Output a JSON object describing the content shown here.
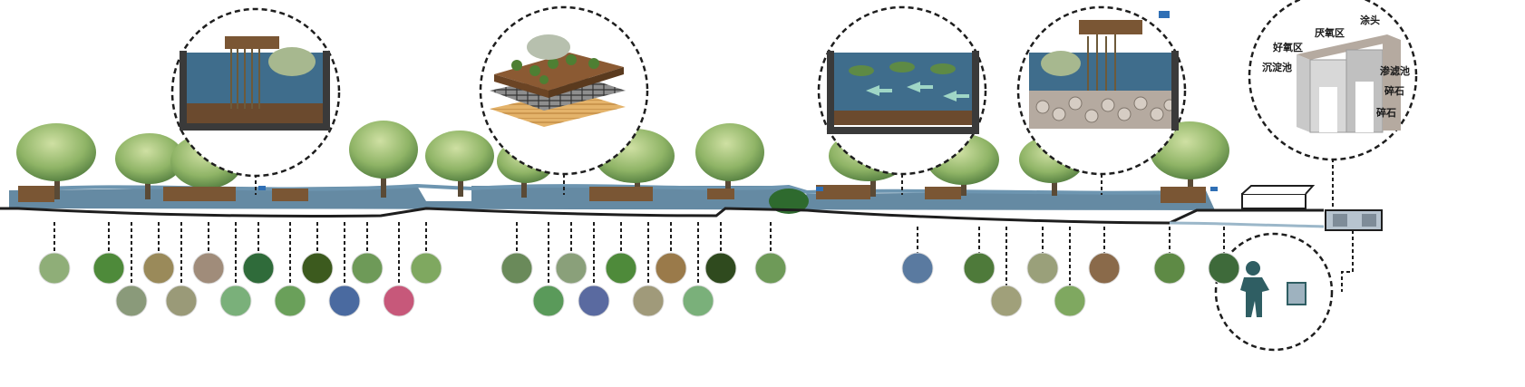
{
  "diagram": {
    "subject": "wetland-section",
    "colors": {
      "water": "#3f6d8c",
      "water_light": "#6d95b0",
      "tree_light": "#a9c77b",
      "tree_mid": "#7fa85a",
      "tree_dark": "#5e8a45",
      "soil": "#6b4a2e",
      "reed": "#7a5634",
      "ground_line": "#1e1e1e",
      "dashed": "#1e1e1e",
      "gravel": "#b5aaa0",
      "concrete": "#c9c9c9",
      "arrow": "#9fd6c6",
      "flag": "#2f6fb5",
      "figure": "#2f5e63"
    },
    "icons": [
      "reed-bed-detail-icon",
      "floating-island-detail-icon",
      "flow-wetland-detail-icon",
      "gravel-bed-detail-icon",
      "treatment-tank-detail-icon",
      "operator-detail-icon"
    ],
    "tank_callout": {
      "labels": [
        "沉淀池",
        "好氧区",
        "厌氧区",
        "涂头",
        "渗滤池",
        "碎石",
        "碎石"
      ]
    }
  }
}
